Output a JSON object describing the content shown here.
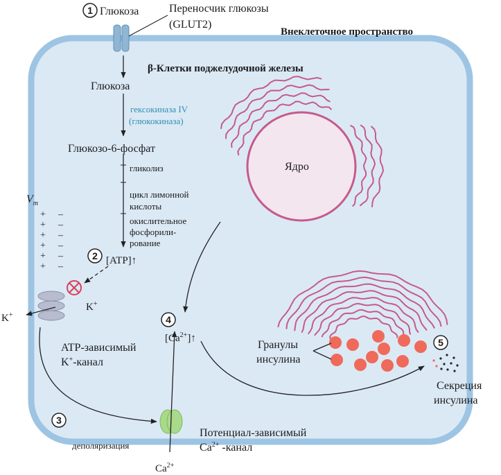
{
  "labels": {
    "step1": "1",
    "glucose_top": "Глюкоза",
    "transporter_1": "Переносчик глюкозы",
    "transporter_2": "(GLUT2)",
    "extracellular": "Внеклеточное пространство",
    "cell_title": "β-Клетки поджелудочной железы",
    "glucose_in": "Глюкоза",
    "hexokinase_1": "гексокиназа IV",
    "hexokinase_2": "(глюкокиназа)",
    "g6p": "Глюкозо-6-фосфат",
    "glycolysis": "гликолиз",
    "tca_1": "цикл лимонной",
    "tca_2": "кислоты",
    "oxphos_1": "окислительное",
    "oxphos_2": "фосфорили-",
    "oxphos_3": "рование",
    "step2": "2",
    "atp": "[ATP]↑",
    "nucleus": "Ядро",
    "vm": "V",
    "vm_sub": "m",
    "k_in": "K",
    "k_in_sup": "+",
    "k_out": "K",
    "k_out_sup": "+",
    "katp_1": "ATP-зависимый",
    "katp_2_pre": "K",
    "katp_2_sup": "+",
    "katp_2_post": "-канал",
    "step4": "4",
    "ca_in_pre": "[Ca",
    "ca_in_sup": "2+",
    "ca_in_post": "]↑",
    "granules_1": "Гранулы",
    "granules_2": "инсулина",
    "step5": "5",
    "secretion_1": "Секреция",
    "secretion_2": "инсулина",
    "step3": "3",
    "depolarization": "деполяризация",
    "vgcc_1": "Потенциал-зависимый",
    "vgcc_2_pre": "Ca",
    "vgcc_2_sup": "2+",
    "vgcc_2_post": " -канал",
    "ca_out_pre": "Ca",
    "ca_out_sup": "2+"
  },
  "signs_plus": [
    "+",
    "+",
    "+",
    "+",
    "+",
    "+"
  ],
  "signs_minus": [
    "–",
    "–",
    "–",
    "–",
    "–",
    "–"
  ],
  "colors": {
    "cell_fill": "#dbe9f5",
    "membrane": "#9dc4e3",
    "er": "#c65a8a",
    "nucleus_fill": "#f3e6ee",
    "granule": "#ef6a5a",
    "channel_k": "#b8bccf",
    "channel_ca": "#a9d98a",
    "glut2": "#8fb6d4",
    "inhibit": "#d9405a",
    "hexokinase_text": "#2f8fb0"
  }
}
